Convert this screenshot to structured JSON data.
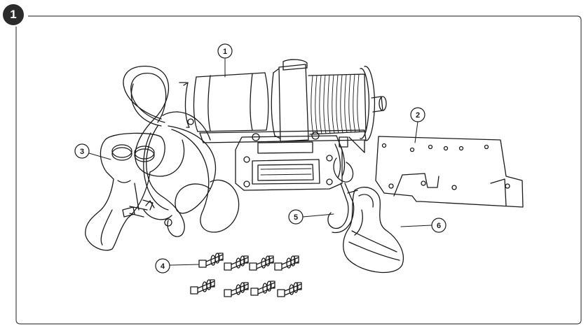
{
  "step": {
    "number": "1"
  },
  "callouts": [
    {
      "number": "1",
      "part": "winch"
    },
    {
      "number": "2",
      "part": "mounting-plate"
    },
    {
      "number": "3",
      "part": "remote-control"
    },
    {
      "number": "4",
      "part": "bolts"
    },
    {
      "number": "5",
      "part": "hook"
    },
    {
      "number": "6",
      "part": "hook-strap"
    }
  ],
  "colors": {
    "ink": "#1a1a1a",
    "badge": "#2b2b2b",
    "paper": "#ffffff",
    "frame": "#444444"
  }
}
